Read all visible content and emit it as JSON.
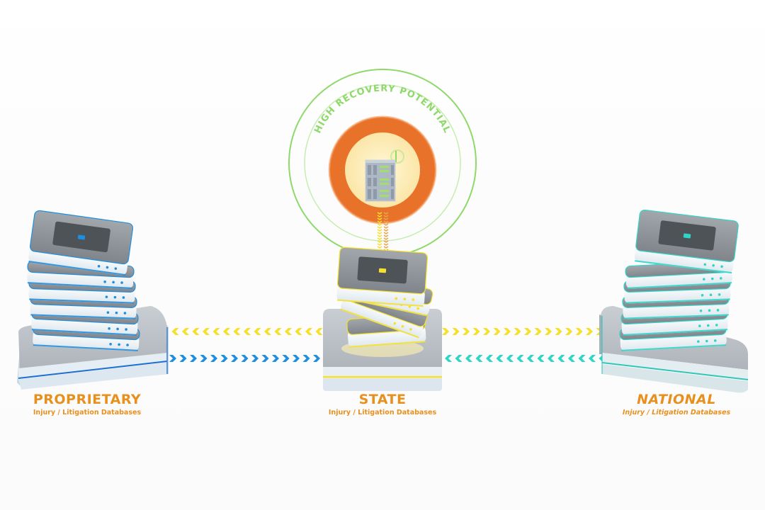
{
  "colors": {
    "label": "#e8901e",
    "green_ring": "#8fd96a",
    "orange_ring": "#e8722a",
    "blue": "#1e8fe0",
    "yellow": "#f5e02a",
    "cyan": "#2fd6c8",
    "device_gray": "#8e9399",
    "device_white": "#eef4f8"
  },
  "badge": {
    "arc_text": "HIGH RECOVERY POTENTIAL",
    "icon": "building-document-icon"
  },
  "nodes": [
    {
      "id": "proprietary",
      "title": "PROPRIETARY",
      "subtitle": "Injury / Litigation Databases",
      "accent": "#1e8fe0"
    },
    {
      "id": "state",
      "title": "STATE",
      "subtitle": "Injury / Litigation Databases",
      "accent": "#f5e02a"
    },
    {
      "id": "national",
      "title": "NATIONAL",
      "subtitle": "Injury / Litigation Databases",
      "accent": "#2fd6c8"
    }
  ],
  "connectors": [
    {
      "from": "state",
      "to": "proprietary",
      "color": "yellow",
      "direction": "left"
    },
    {
      "from": "proprietary",
      "to": "state",
      "color": "blue",
      "direction": "right"
    },
    {
      "from": "state",
      "to": "national",
      "color": "yellow",
      "direction": "right"
    },
    {
      "from": "national",
      "to": "state",
      "color": "cyan",
      "direction": "left"
    },
    {
      "from": "badge",
      "to": "state",
      "color": "yellow",
      "direction": "down"
    }
  ]
}
